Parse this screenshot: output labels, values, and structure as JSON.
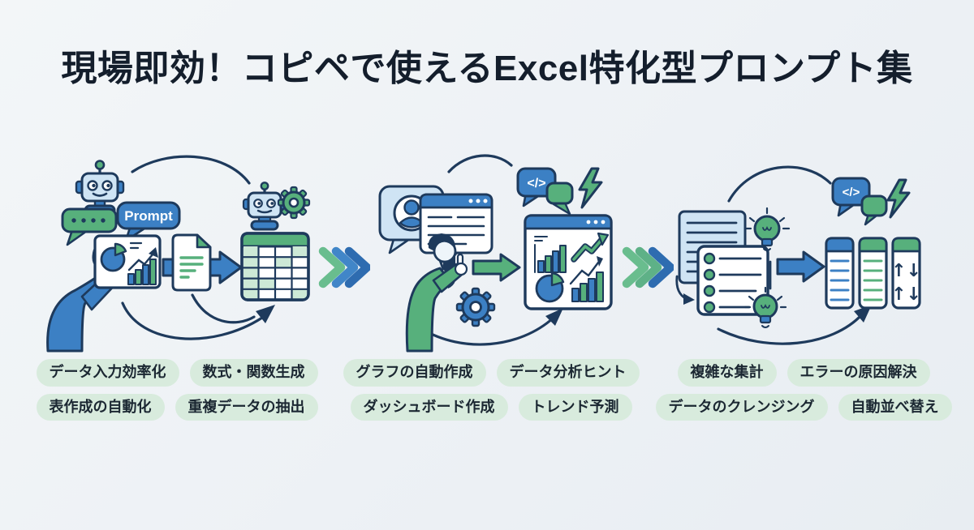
{
  "title": "現場即効！コピペで使えるExcel特化型プロンプト集",
  "sections": [
    {
      "labels": [
        "データ入力効率化",
        "数式・関数生成",
        "表作成の自動化",
        "重複データの抽出"
      ]
    },
    {
      "labels": [
        "グラフの自動作成",
        "データ分析ヒント",
        "ダッシュボード作成",
        "トレンド予測"
      ]
    },
    {
      "labels": [
        "複雑な集計",
        "エラーの原因解決",
        "データのクレンジング",
        "自動並べ替え"
      ]
    }
  ],
  "illustration": {
    "prompt_bubble_label": "Prompt",
    "code_bubble_label": "</>",
    "sort_glyph": "↑↓"
  },
  "colors": {
    "background": "#eef2f6",
    "outline_navy": "#1e3a5c",
    "accent_blue": "#3c80c4",
    "accent_green": "#57b07c",
    "light_blue": "#cfe4f4",
    "light_green": "#cde9d6",
    "pill_background": "#d8ebdd",
    "pill_text": "#1b2732",
    "title_text": "#141e2c"
  }
}
